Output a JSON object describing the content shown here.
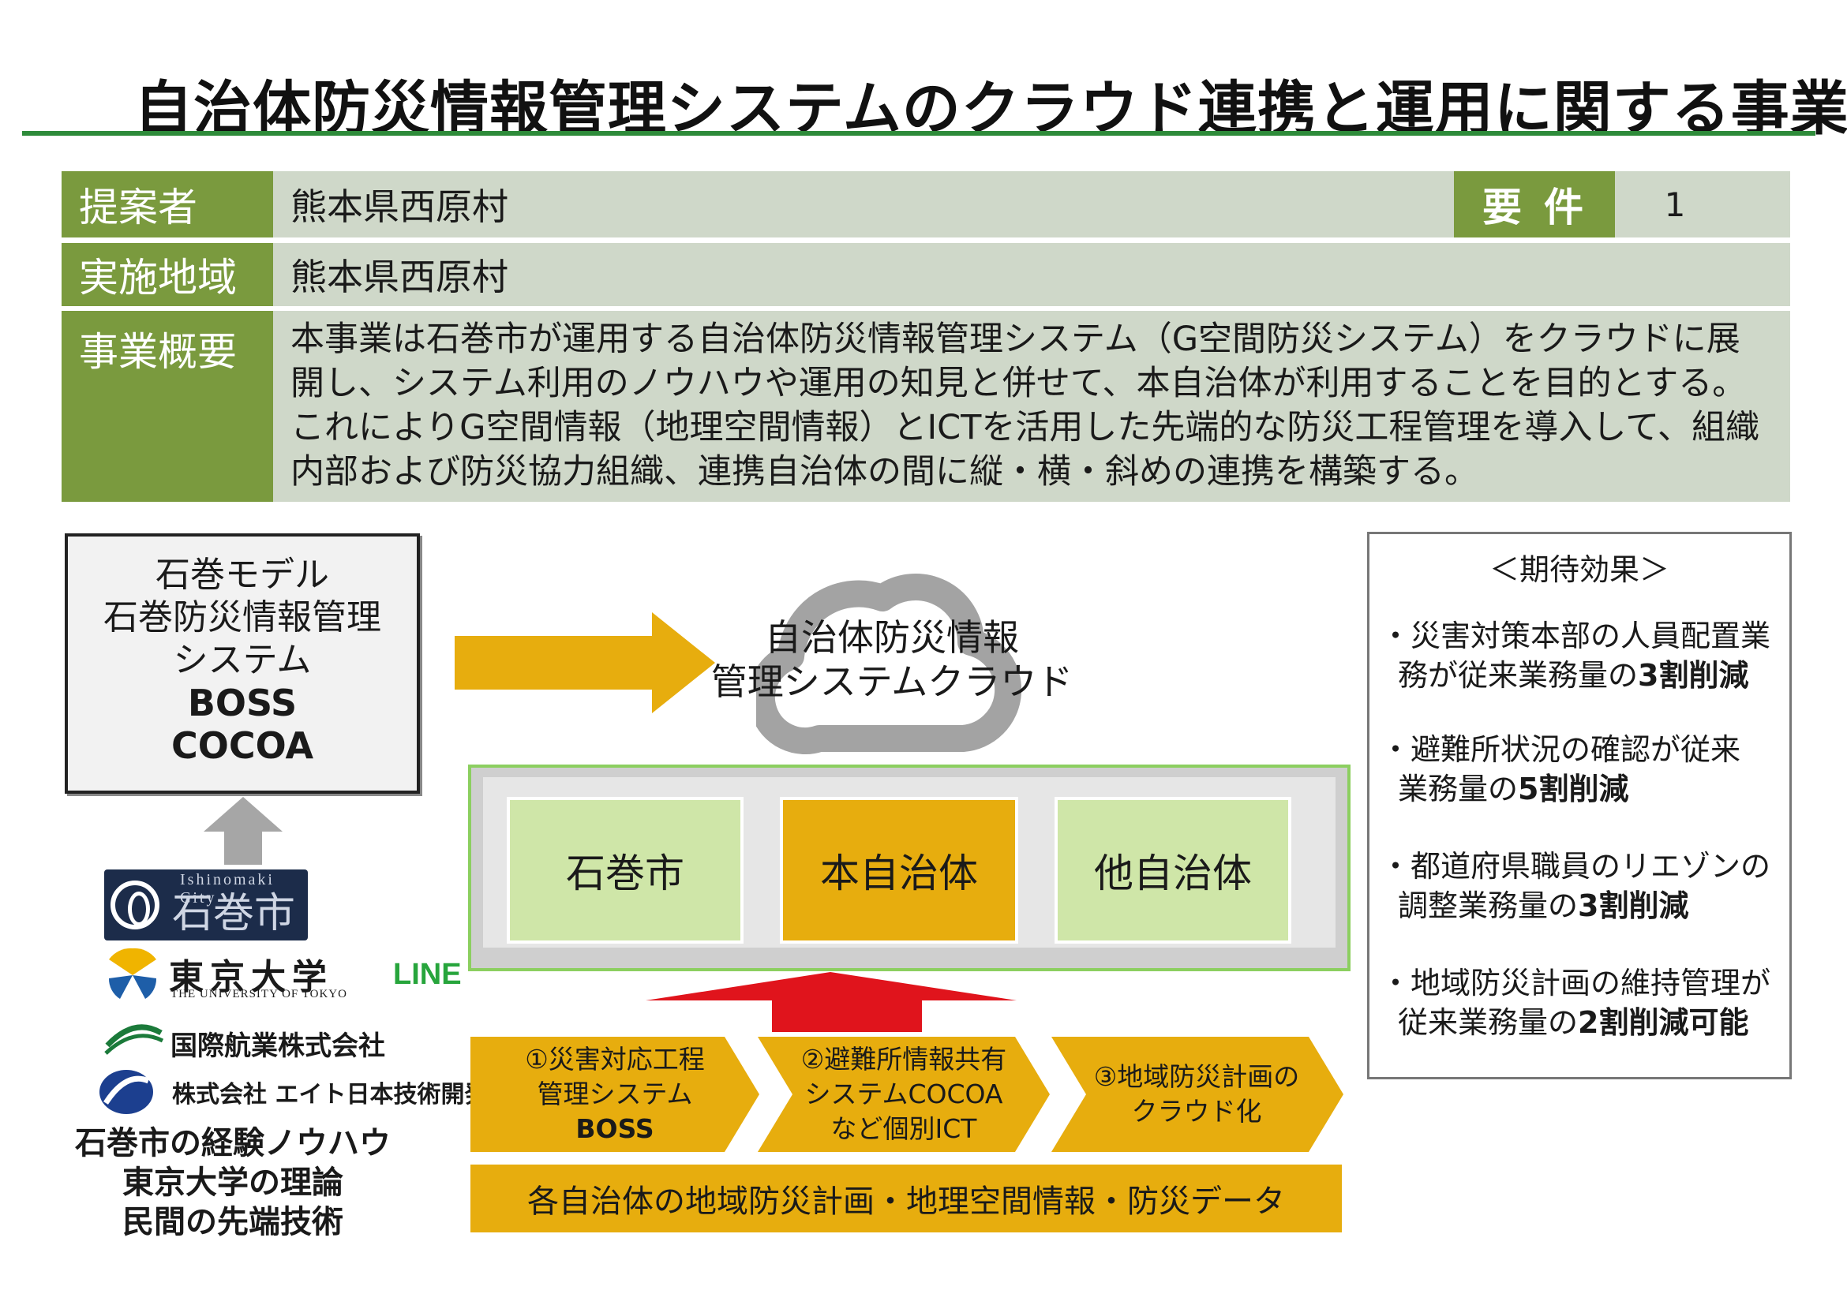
{
  "title": "自治体防災情報管理システムのクラウド連携と運用に関する事業",
  "header": {
    "proposer_label": "提案者",
    "proposer": "熊本県西原村",
    "requirement_label": "要件",
    "requirement": "1",
    "area_label": "実施地域",
    "area": "熊本県西原村",
    "summary_label": "事業概要",
    "summary_lines": [
      "本事業は石巻市が運用する自治体防災情報管理システム（G空間防災システム）をクラウドに展",
      "開し、システム利用のノウハウや運用の知見と併せて、本自治体が利用することを目的とする。",
      "これによりG空間情報（地理空間情報）とICTを活用した先端的な防災工程管理を導入して、組織",
      "内部および防災協力組織、連携自治体の間に縦・横・斜めの連携を構築する。"
    ]
  },
  "model": {
    "line1": "石巻モデル",
    "line2": "石巻防災情報管理",
    "line3": "システム",
    "boss": "BOSS",
    "cocoa": "COCOA"
  },
  "logos": {
    "city_en": "Ishinomaki City",
    "city_jp": "石巻市",
    "utokyo_jp": "東京大学",
    "utokyo_en": "THE UNIVERSITY OF TOKYO",
    "kokusai": "国際航業株式会社",
    "eight": "株式会社 エイト日本技術開発",
    "line": "LINE"
  },
  "foot": [
    "石巻市の経験ノウハウ",
    "東京大学の理論",
    "民間の先端技術"
  ],
  "cloud_label": [
    "自治体防災情報",
    "管理システムクラウド"
  ],
  "cities": [
    "石巻市",
    "本自治体",
    "他自治体"
  ],
  "steps": [
    {
      "l1": "①災害対応工程",
      "l2": "管理システム",
      "l3": "BOSS"
    },
    {
      "l1": "②避難所情報共有",
      "l2": "システムCOCOA",
      "l3": "など個別ICT"
    },
    {
      "l1": "③地域防災計画の",
      "l2": "クラウド化"
    }
  ],
  "data_bar": "各自治体の地域防災計画・地理空間情報・防災データ",
  "effects": {
    "title": "＜期待効果＞",
    "items": [
      {
        "a": "・災害対策本部の人員配置業",
        "b1": "務が従来業務量の",
        "b2": "3割削減"
      },
      {
        "a": "・避難所状況の確認が従来",
        "b1": "業務量の",
        "b2": "5割削減"
      },
      {
        "a": "・都道府県職員のリエゾンの",
        "b1": "調整業務量の",
        "b2": "3割削減"
      },
      {
        "a": "・地域防災計画の維持管理が",
        "b1": "従来業務量の",
        "b2": "2割削減可能"
      }
    ]
  },
  "colors": {
    "green_header": "#7a9a3e",
    "gray_green": "#cfd8c9",
    "orange": "#e7ad0e",
    "light_green": "#cfe6a8",
    "red": "#e0141c"
  }
}
